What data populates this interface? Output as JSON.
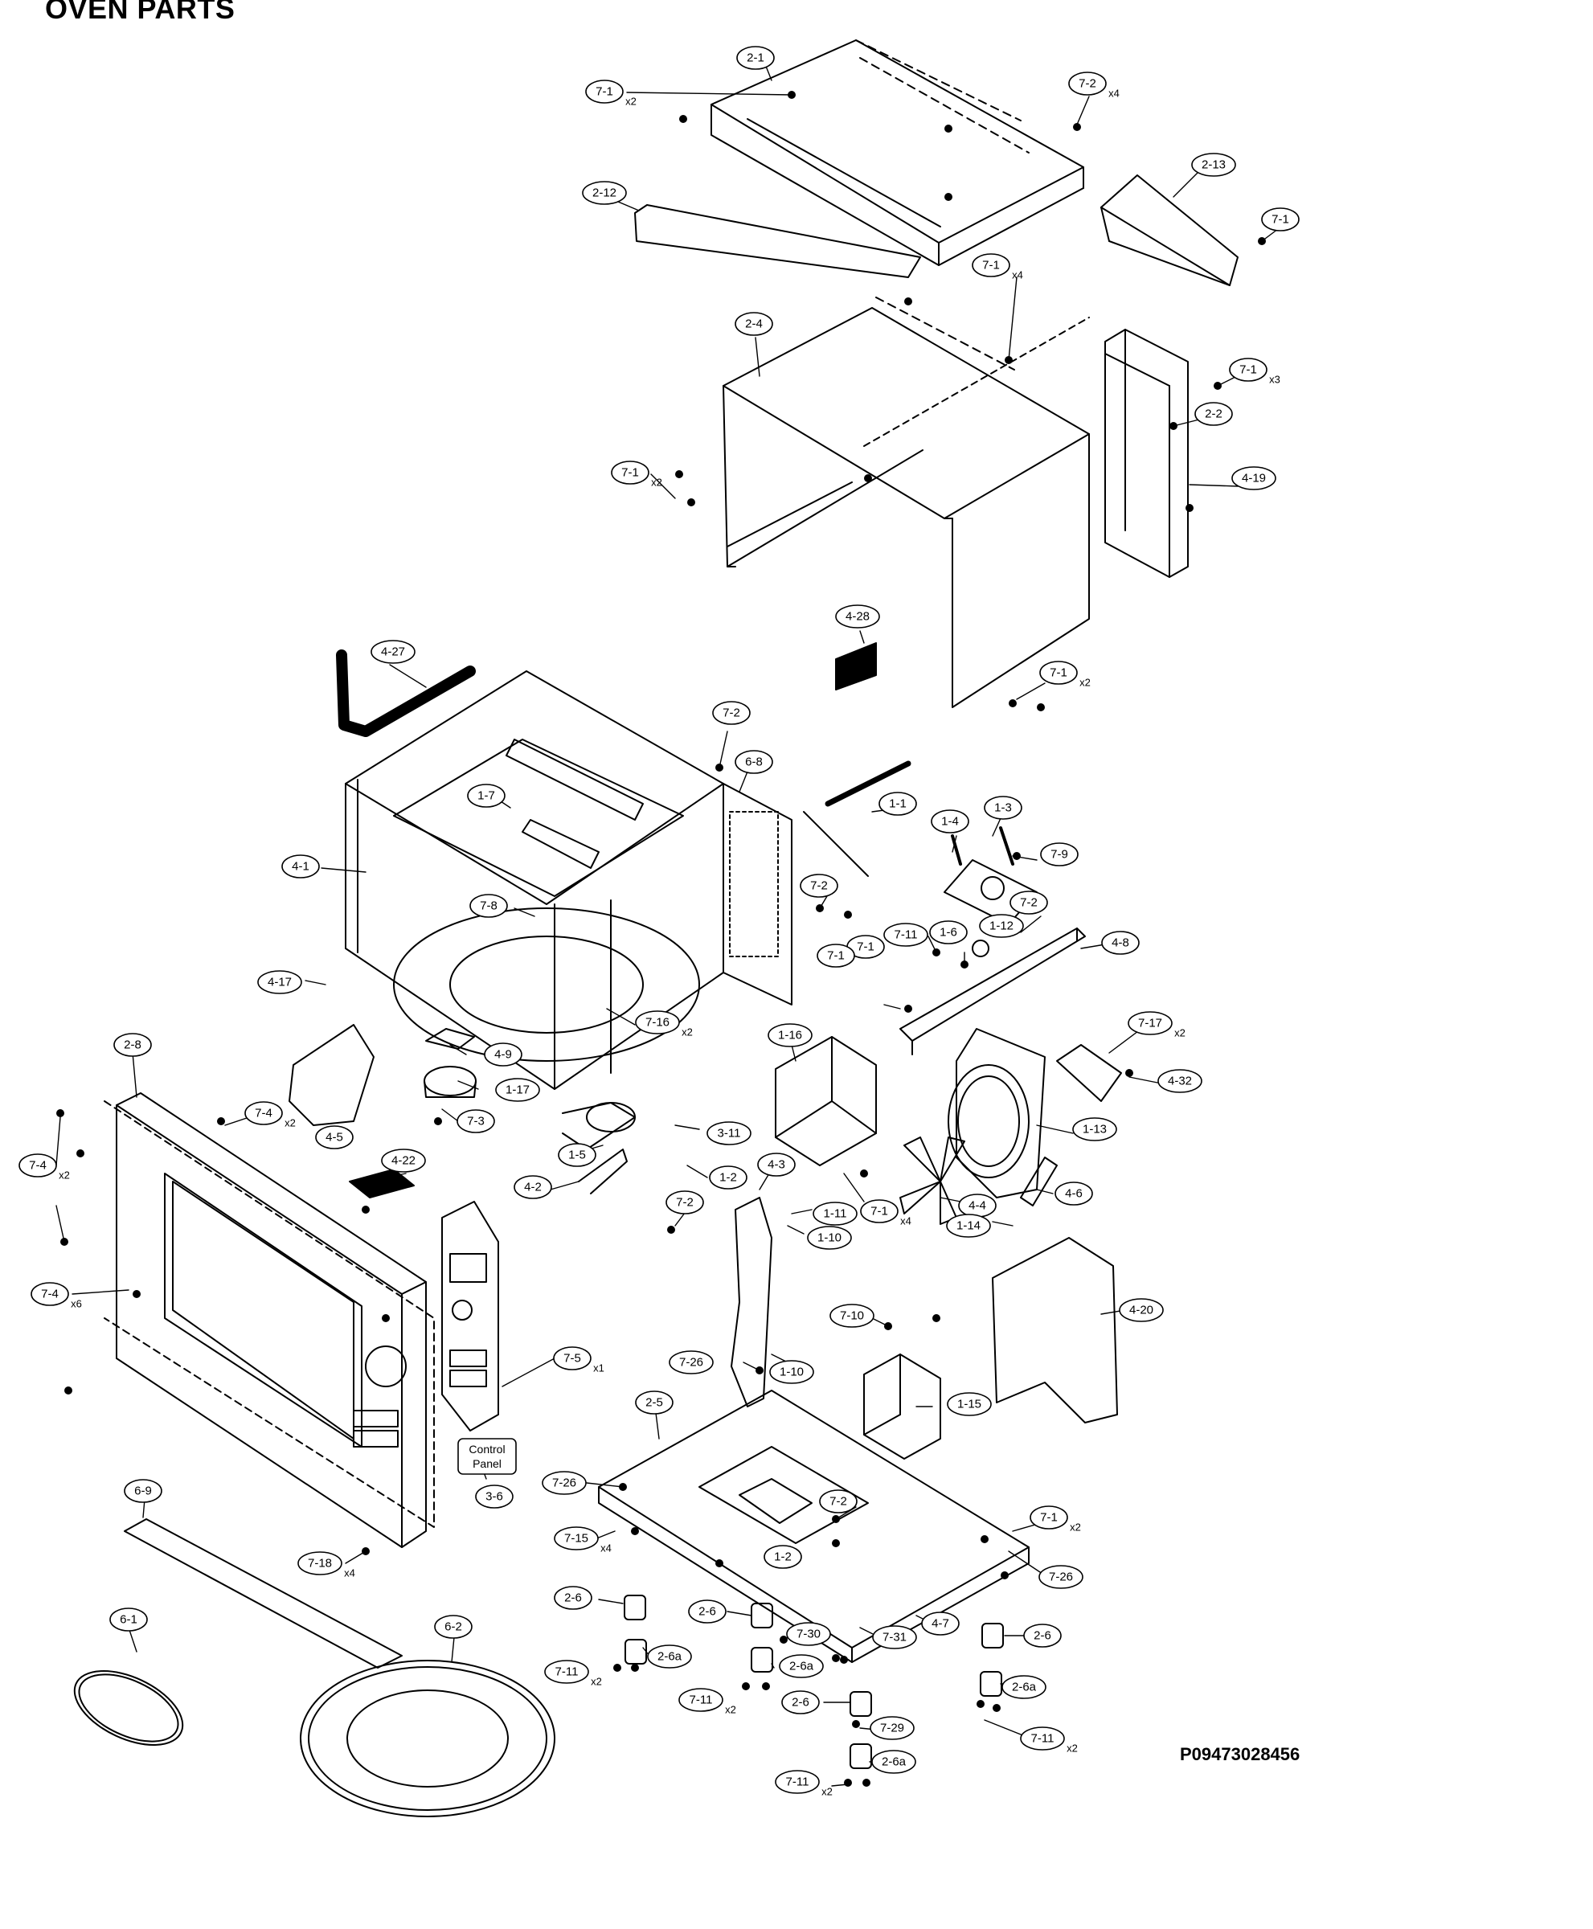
{
  "page": {
    "title": "OVEN PARTS",
    "code": "P09473028456"
  },
  "labels": [
    {
      "t": "2-1",
      "q": ""
    },
    {
      "t": "7-1",
      "q": "x2"
    },
    {
      "t": "7-2",
      "q": "x4"
    },
    {
      "t": "2-12",
      "q": ""
    },
    {
      "t": "2-13",
      "q": ""
    },
    {
      "t": "7-1",
      "q": ""
    },
    {
      "t": "7-1",
      "q": "x4"
    },
    {
      "t": "2-4",
      "q": ""
    },
    {
      "t": "7-1",
      "q": "x3"
    },
    {
      "t": "2-2",
      "q": ""
    },
    {
      "t": "7-1",
      "q": "x2"
    },
    {
      "t": "4-19",
      "q": ""
    },
    {
      "t": "4-28",
      "q": ""
    },
    {
      "t": "4-27",
      "q": ""
    },
    {
      "t": "7-1",
      "q": "x2"
    },
    {
      "t": "7-2",
      "q": ""
    },
    {
      "t": "6-8",
      "q": ""
    },
    {
      "t": "1-7",
      "q": ""
    },
    {
      "t": "1-1",
      "q": ""
    },
    {
      "t": "1-3",
      "q": ""
    },
    {
      "t": "1-4",
      "q": ""
    },
    {
      "t": "7-9",
      "q": ""
    },
    {
      "t": "4-1",
      "q": ""
    },
    {
      "t": "7-8",
      "q": ""
    },
    {
      "t": "7-2",
      "q": ""
    },
    {
      "t": "1-6",
      "q": ""
    },
    {
      "t": "7-11",
      "q": ""
    },
    {
      "t": "7-2",
      "q": ""
    },
    {
      "t": "1-12",
      "q": ""
    },
    {
      "t": "4-8",
      "q": ""
    },
    {
      "t": "7-1",
      "q": ""
    },
    {
      "t": "4-17",
      "q": ""
    },
    {
      "t": "7-1",
      "q": ""
    },
    {
      "t": "7-16",
      "q": "x2"
    },
    {
      "t": "7-17",
      "q": "x2"
    },
    {
      "t": "1-16",
      "q": ""
    },
    {
      "t": "2-8",
      "q": ""
    },
    {
      "t": "4-9",
      "q": ""
    },
    {
      "t": "4-32",
      "q": ""
    },
    {
      "t": "1-17",
      "q": ""
    },
    {
      "t": "7-4",
      "q": "x2"
    },
    {
      "t": "7-3",
      "q": ""
    },
    {
      "t": "3-11",
      "q": ""
    },
    {
      "t": "1-13",
      "q": ""
    },
    {
      "t": "4-5",
      "q": ""
    },
    {
      "t": "1-5",
      "q": ""
    },
    {
      "t": "4-22",
      "q": ""
    },
    {
      "t": "7-4",
      "q": "x2"
    },
    {
      "t": "4-3",
      "q": ""
    },
    {
      "t": "4-2",
      "q": ""
    },
    {
      "t": "1-2",
      "q": ""
    },
    {
      "t": "4-6",
      "q": ""
    },
    {
      "t": "1-11",
      "q": ""
    },
    {
      "t": "7-1",
      "q": "x4"
    },
    {
      "t": "7-2",
      "q": ""
    },
    {
      "t": "4-4",
      "q": ""
    },
    {
      "t": "1-14",
      "q": ""
    },
    {
      "t": "1-10",
      "q": ""
    },
    {
      "t": "7-4",
      "q": "x6"
    },
    {
      "t": "7-10",
      "q": ""
    },
    {
      "t": "4-20",
      "q": ""
    },
    {
      "t": "7-5",
      "q": "x1"
    },
    {
      "t": "7-26",
      "q": ""
    },
    {
      "t": "1-10",
      "q": ""
    },
    {
      "t": "2-5",
      "q": ""
    },
    {
      "t": "1-15",
      "q": ""
    },
    {
      "t": "3-6",
      "q": ""
    },
    {
      "t": "6-9",
      "q": ""
    },
    {
      "t": "7-26",
      "q": ""
    },
    {
      "t": "7-2",
      "q": ""
    },
    {
      "t": "7-1",
      "q": "x2"
    },
    {
      "t": "7-15",
      "q": "x4"
    },
    {
      "t": "7-18",
      "q": "x4"
    },
    {
      "t": "1-2",
      "q": ""
    },
    {
      "t": "7-26",
      "q": ""
    },
    {
      "t": "2-6",
      "q": ""
    },
    {
      "t": "2-6",
      "q": ""
    },
    {
      "t": "7-30",
      "q": ""
    },
    {
      "t": "7-31",
      "q": ""
    },
    {
      "t": "4-7",
      "q": ""
    },
    {
      "t": "2-6",
      "q": ""
    },
    {
      "t": "6-1",
      "q": ""
    },
    {
      "t": "6-2",
      "q": ""
    },
    {
      "t": "2-6a",
      "q": ""
    },
    {
      "t": "2-6a",
      "q": ""
    },
    {
      "t": "7-11",
      "q": "x2"
    },
    {
      "t": "7-11",
      "q": "x2"
    },
    {
      "t": "2-6a",
      "q": ""
    },
    {
      "t": "2-6",
      "q": ""
    },
    {
      "t": "7-29",
      "q": ""
    },
    {
      "t": "7-11",
      "q": "x2"
    },
    {
      "t": "2-6a",
      "q": ""
    },
    {
      "t": "7-11",
      "q": "x2"
    }
  ],
  "control_panel": {
    "line1": "Control",
    "line2": "Panel"
  }
}
